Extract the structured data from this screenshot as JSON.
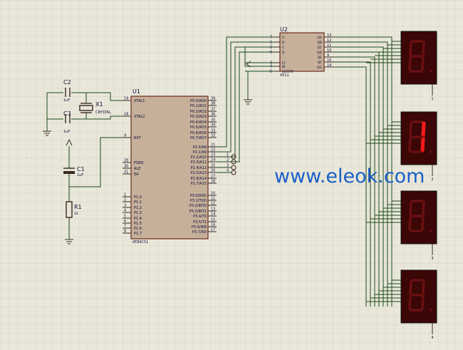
{
  "colors": {
    "background": "#e9e7d9",
    "grid": "#cfcdbf",
    "chip_fill": "#c6b09a",
    "chip_border": "#6b2a20",
    "wire": "#1a4a1a",
    "component": "#3a2a20",
    "label": "#0a0a3a",
    "display_fill": "#3a0606",
    "segment_off": "#6a1010",
    "segment_on": "#ff1a1a",
    "watermark": "#1a5fc8"
  },
  "watermark": "www.eleok.com",
  "components": {
    "c2": {
      "ref": "C2",
      "value": "1uF"
    },
    "c3": {
      "ref": "C3",
      "value": "1uF"
    },
    "x1": {
      "ref": "X1",
      "value": "CRYSTAL"
    },
    "c1": {
      "ref": "C1",
      "value": "1uF"
    },
    "r1": {
      "ref": "R1",
      "value": "1k"
    }
  },
  "u1": {
    "ref": "U1",
    "part": "AT89C51",
    "left_pins": [
      {
        "num": "19",
        "name": "XTAL1"
      },
      {
        "num": "18",
        "name": "XTAL2"
      },
      {
        "num": "9",
        "name": "RST"
      },
      {
        "num": "29",
        "name": "PSEN"
      },
      {
        "num": "30",
        "name": "ALE"
      },
      {
        "num": "31",
        "name": "EA"
      },
      {
        "num": "1",
        "name": "P1.0"
      },
      {
        "num": "2",
        "name": "P1.1"
      },
      {
        "num": "3",
        "name": "P1.2"
      },
      {
        "num": "4",
        "name": "P1.3"
      },
      {
        "num": "5",
        "name": "P1.4"
      },
      {
        "num": "6",
        "name": "P1.5"
      },
      {
        "num": "7",
        "name": "P1.6"
      },
      {
        "num": "8",
        "name": "P1.7"
      }
    ],
    "right_pins": [
      {
        "num": "39",
        "name": "P0.0/AD0"
      },
      {
        "num": "38",
        "name": "P0.1/AD1"
      },
      {
        "num": "37",
        "name": "P0.2/AD2"
      },
      {
        "num": "36",
        "name": "P0.3/AD3"
      },
      {
        "num": "35",
        "name": "P0.4/AD4"
      },
      {
        "num": "34",
        "name": "P0.5/AD5"
      },
      {
        "num": "33",
        "name": "P0.6/AD6"
      },
      {
        "num": "32",
        "name": "P0.7/AD7"
      },
      {
        "num": "21",
        "name": "P2.0/A8"
      },
      {
        "num": "22",
        "name": "P2.1/A9"
      },
      {
        "num": "23",
        "name": "P2.2/A10"
      },
      {
        "num": "24",
        "name": "P2.3/A11"
      },
      {
        "num": "25",
        "name": "P2.4/A12"
      },
      {
        "num": "26",
        "name": "P2.5/A13"
      },
      {
        "num": "27",
        "name": "P2.6/A14"
      },
      {
        "num": "28",
        "name": "P2.7/A15"
      },
      {
        "num": "10",
        "name": "P3.0/RXD"
      },
      {
        "num": "11",
        "name": "P3.1/TXD"
      },
      {
        "num": "12",
        "name": "P3.2/INT0"
      },
      {
        "num": "13",
        "name": "P3.3/INT1"
      },
      {
        "num": "14",
        "name": "P3.4/T0"
      },
      {
        "num": "15",
        "name": "P3.5/T1"
      },
      {
        "num": "16",
        "name": "P3.6/WR"
      },
      {
        "num": "17",
        "name": "P3.7/RD"
      }
    ],
    "probe_labels": [
      "1",
      "2",
      "3",
      "4"
    ]
  },
  "u2": {
    "ref": "U2",
    "part": "4511",
    "left_pins": [
      {
        "num": "7",
        "name": "A"
      },
      {
        "num": "1",
        "name": "B"
      },
      {
        "num": "2",
        "name": "C"
      },
      {
        "num": "6",
        "name": "D"
      },
      {
        "num": "3",
        "name": "LT"
      },
      {
        "num": "4",
        "name": "BI"
      },
      {
        "num": "5",
        "name": "LE/STB"
      }
    ],
    "right_pins": [
      {
        "num": "13",
        "name": "QA"
      },
      {
        "num": "12",
        "name": "QB"
      },
      {
        "num": "11",
        "name": "QC"
      },
      {
        "num": "10",
        "name": "QD"
      },
      {
        "num": "9",
        "name": "QE"
      },
      {
        "num": "15",
        "name": "QF"
      },
      {
        "num": "14",
        "name": "QG"
      }
    ]
  },
  "displays": [
    {
      "digit": "",
      "com_label": "1"
    },
    {
      "digit": "1",
      "com_label": "2"
    },
    {
      "digit": "",
      "com_label": "3"
    },
    {
      "digit": "",
      "com_label": "4"
    }
  ]
}
